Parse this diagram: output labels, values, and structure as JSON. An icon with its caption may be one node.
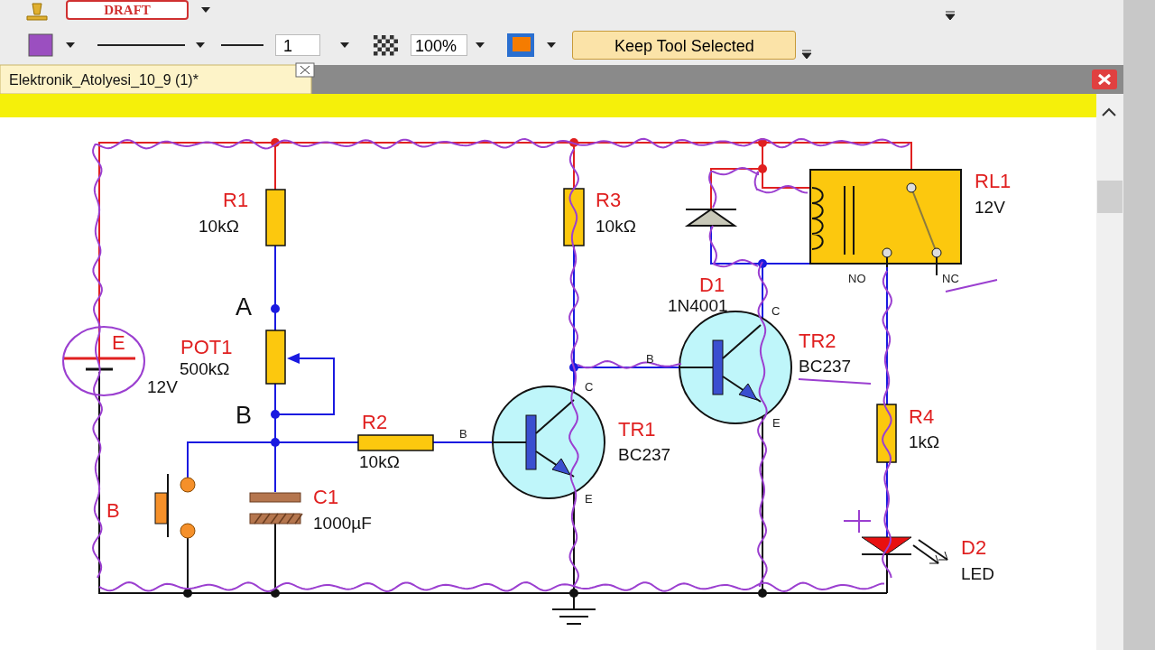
{
  "diagram": {
    "labels": [
      "DRAFT",
      "1",
      "100%",
      "Keep Tool Selected",
      "Elektronik_Atolyesi_10_9 (1)*",
      "R1",
      "10kΩ",
      "R3",
      "10kΩ",
      "RL1",
      "12V",
      "NO",
      "NC",
      "D1",
      "A",
      "1N4001",
      "C",
      "E",
      "POT1",
      "TR2",
      "B",
      "500kΩ",
      "BC237",
      "12V",
      "C",
      "B",
      "E",
      "R4",
      "R2",
      "TR1",
      "B",
      "1kΩ",
      "BC237",
      "10kΩ",
      "E",
      "C1",
      "B",
      "1000µF",
      "D2",
      "LED"
    ]
  }
}
